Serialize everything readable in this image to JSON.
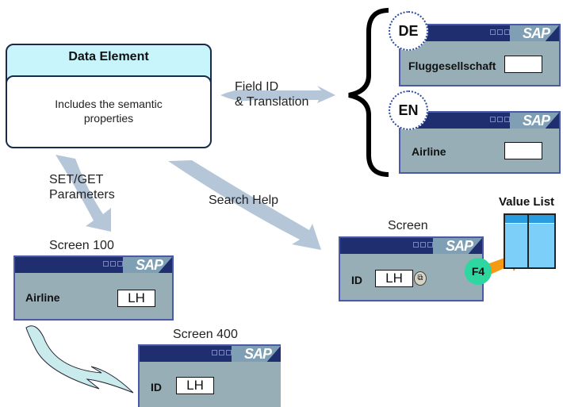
{
  "data_element": {
    "title": "Data Element",
    "description_line1": "Includes the semantic",
    "description_line2": "properties"
  },
  "arrows": {
    "field_id_line1": "Field ID",
    "field_id_line2": "& Translation",
    "setget_line1": "SET/GET",
    "setget_line2": "Parameters",
    "search_help": "Search Help"
  },
  "translations": [
    {
      "lang": "DE",
      "field_label": "Fluggesellschaft",
      "value": ""
    },
    {
      "lang": "EN",
      "field_label": "Airline",
      "value": ""
    }
  ],
  "screen100": {
    "title": "Screen 100",
    "field_label": "Airline",
    "value": "LH"
  },
  "screen400": {
    "title": "Screen 400",
    "field_label": "ID",
    "value": "LH"
  },
  "screen": {
    "title": "Screen",
    "field_label": "ID",
    "value": "LH",
    "key": "F4"
  },
  "value_list": {
    "title": "Value List"
  },
  "sap_logo": "SAP",
  "colors": {
    "sap_bar": "#1f2e6e",
    "sap_window": "#97aeb6",
    "data_element_header": "#c8f4fc",
    "arrow": "#b4c6d8",
    "f4_arrow": "#f59a12",
    "f4_badge": "#2ed6a0",
    "value_list": "#6cc4f4"
  }
}
